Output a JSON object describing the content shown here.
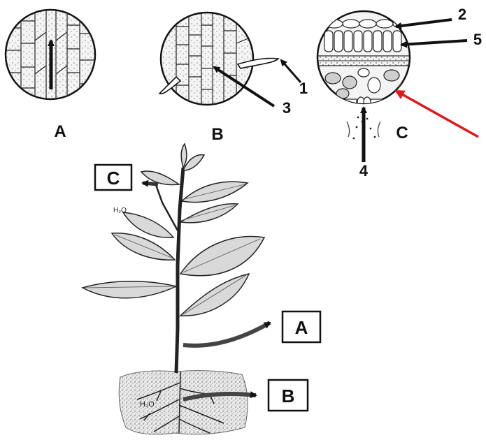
{
  "panels": {
    "a": {
      "label": "A"
    },
    "b": {
      "label": "B",
      "callout_1": "1",
      "callout_3": "3"
    },
    "c": {
      "label": "C",
      "callout_2": "2",
      "callout_5": "5",
      "callout_4": "4"
    }
  },
  "plant": {
    "box_c": "C",
    "box_a": "A",
    "box_b": "B",
    "h2o_leaf": "H₂O",
    "h2o_root": "H₂O"
  },
  "colors": {
    "ink": "#111111",
    "highlight_arrow": "#e8141b",
    "leaf_fill": "#d9d9d9",
    "soil": "#9a9a9a"
  }
}
